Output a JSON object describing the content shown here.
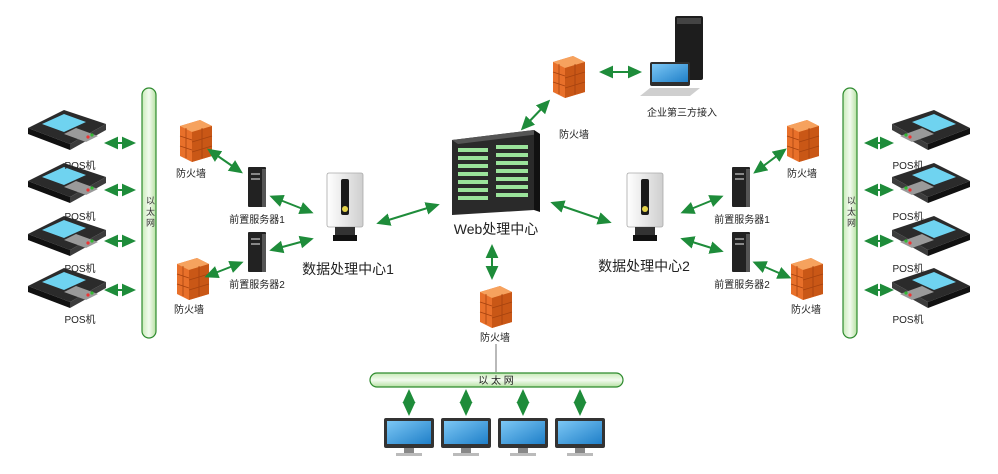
{
  "labels": {
    "pos": "POS机",
    "firewall": "防火墙",
    "front_server_1": "前置服务器1",
    "front_server_2": "前置服务器2",
    "data_center_1": "数据处理中心1",
    "data_center_2": "数据处理中心2",
    "web_center": "Web处理中心",
    "enterprise": "企业第三方接入",
    "ethernet_vertical": "以太网",
    "ethernet_horizontal": "以 太 网"
  },
  "colors": {
    "arrow": "#1e8c3a",
    "bus_fill": "#dff3d6",
    "bus_stroke": "#2e8b2e",
    "firewall": "#e8702a",
    "server_body": "#f4f4f4",
    "server_dark": "#1a1a1a",
    "monitor_screen": "#2a8fd6"
  },
  "icons": [
    "pos-terminal-icon",
    "firewall-icon",
    "front-server-icon",
    "data-center-server-icon",
    "web-rack-icon",
    "pc-workstation-icon",
    "monitor-icon"
  ]
}
